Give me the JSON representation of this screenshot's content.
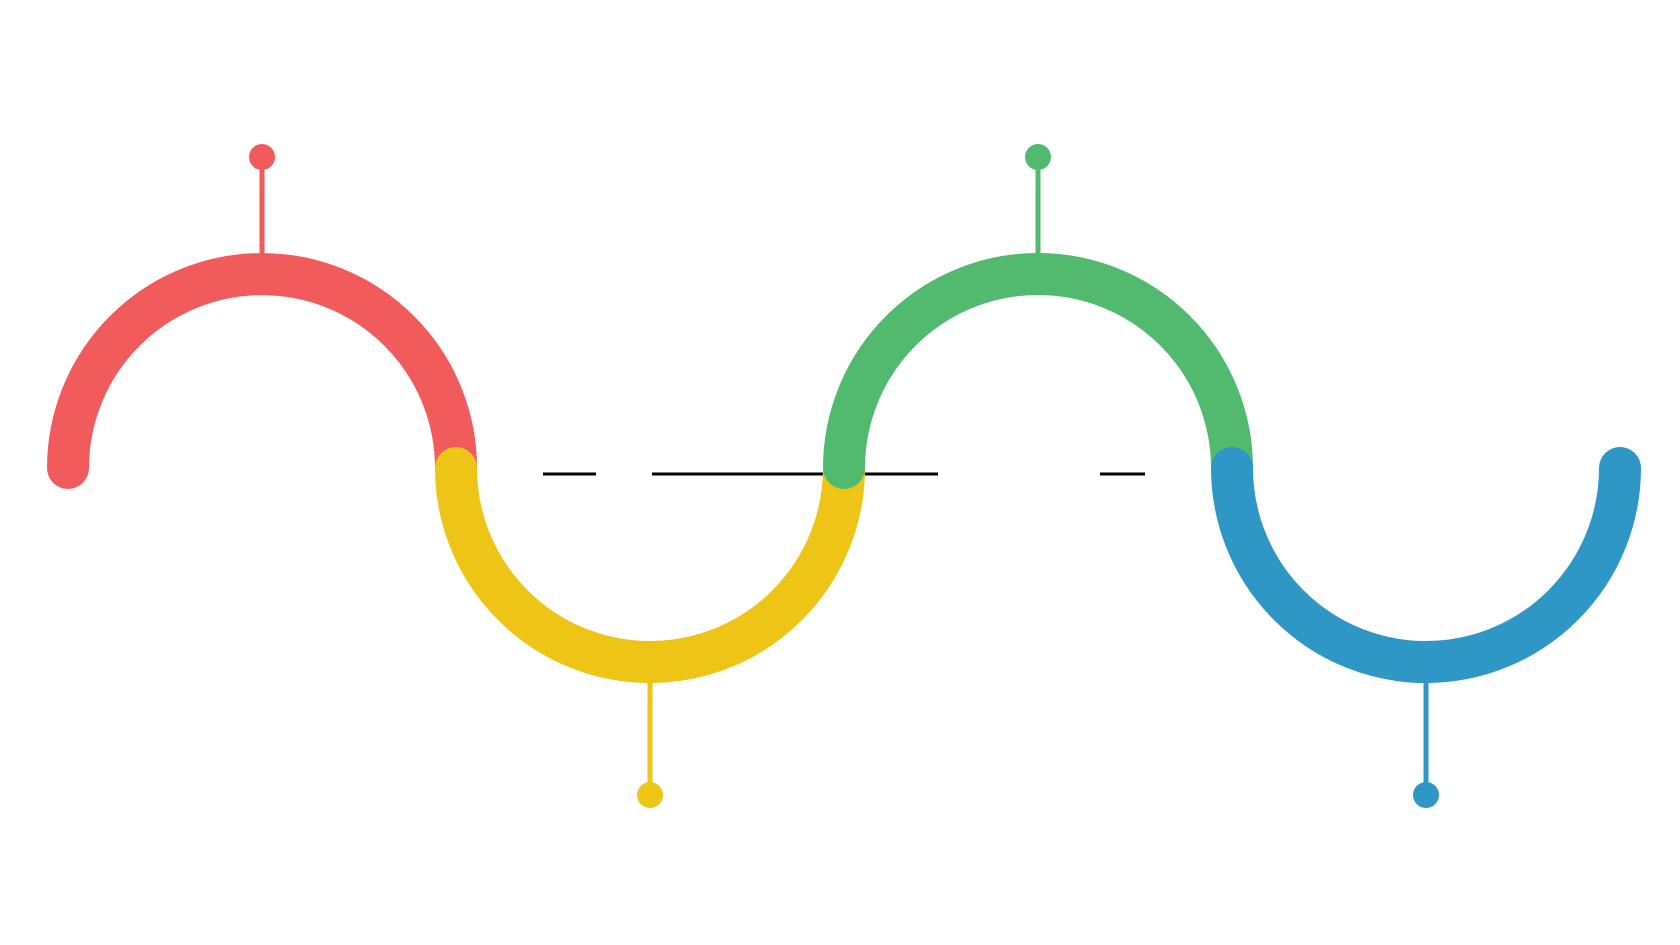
{
  "diagram": {
    "type": "wave-timeline",
    "segments": [
      {
        "id": "segment-1",
        "color": "#F25B5B",
        "orientation": "up"
      },
      {
        "id": "segment-2",
        "color": "#EEC416",
        "orientation": "down"
      },
      {
        "id": "segment-3",
        "color": "#52BA6E",
        "orientation": "up"
      },
      {
        "id": "segment-4",
        "color": "#2E97C6",
        "orientation": "down"
      }
    ],
    "baseline_color": "#000000"
  }
}
